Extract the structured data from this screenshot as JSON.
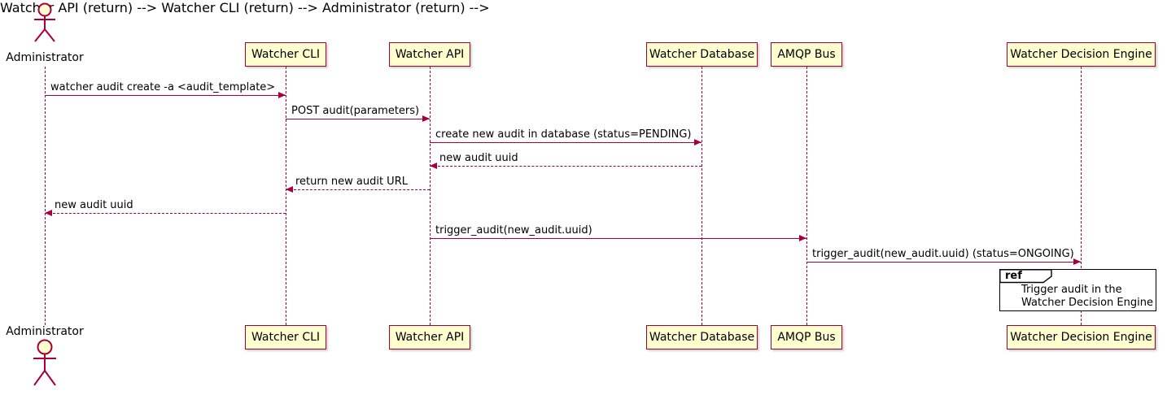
{
  "diagram": {
    "type": "sequence-diagram",
    "colors": {
      "accent": "#A80036",
      "participant_fill": "#FEFECE",
      "ref_border": "#000000",
      "text": "#000000"
    },
    "participants": [
      {
        "name": "Administrator",
        "kind": "actor"
      },
      {
        "name": "Watcher CLI",
        "kind": "participant"
      },
      {
        "name": "Watcher API",
        "kind": "participant"
      },
      {
        "name": "Watcher Database",
        "kind": "participant"
      },
      {
        "name": "AMQP Bus",
        "kind": "participant"
      },
      {
        "name": "Watcher Decision Engine",
        "kind": "participant"
      }
    ],
    "messages": [
      {
        "label": "watcher audit create -a <audit_template>",
        "from": "Administrator",
        "to": "Watcher CLI",
        "style": "solid"
      },
      {
        "label": "POST audit(parameters)",
        "from": "Watcher CLI",
        "to": "Watcher API",
        "style": "solid"
      },
      {
        "label": "create new audit in database (status=PENDING)",
        "from": "Watcher API",
        "to": "Watcher Database",
        "style": "solid"
      },
      {
        "label": "new audit uuid",
        "from": "Watcher Database",
        "to": "Watcher API",
        "style": "dashed"
      },
      {
        "label": "return new audit URL",
        "from": "Watcher API",
        "to": "Watcher CLI",
        "style": "dashed"
      },
      {
        "label": "new audit uuid",
        "from": "Watcher CLI",
        "to": "Administrator",
        "style": "dashed"
      },
      {
        "label": "trigger_audit(new_audit.uuid)",
        "from": "Watcher API",
        "to": "AMQP Bus",
        "style": "solid"
      },
      {
        "label": "trigger_audit(new_audit.uuid) (status=ONGOING)",
        "from": "AMQP Bus",
        "to": "Watcher Decision Engine",
        "style": "solid"
      }
    ],
    "ref": {
      "keyword": "ref",
      "lines": [
        "Trigger audit in the",
        "Watcher Decision Engine"
      ],
      "over": "Watcher Decision Engine"
    }
  }
}
